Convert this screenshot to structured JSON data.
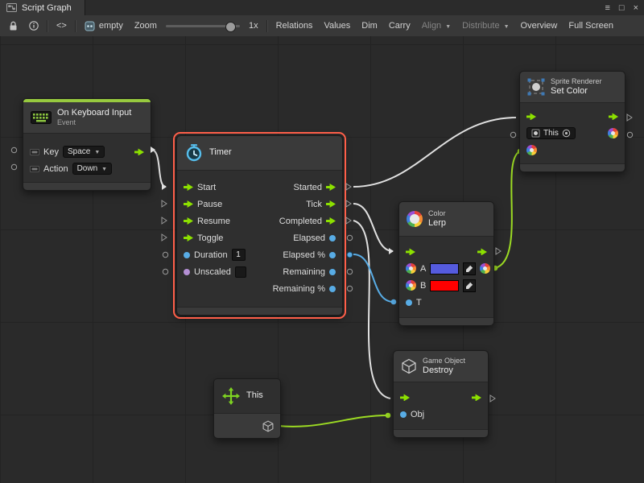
{
  "window": {
    "tab": "Script Graph",
    "menu_glyph": "≡",
    "maximize_glyph": "□",
    "close_glyph": "×"
  },
  "glyphs": {
    "caret_down": "▼"
  },
  "toolbar": {
    "code_glyph": "<>",
    "empty_label": "empty",
    "zoom_label": "Zoom",
    "zoom_value": "1x",
    "relations": "Relations",
    "values": "Values",
    "dim": "Dim",
    "carry": "Carry",
    "align": "Align",
    "distribute": "Distribute",
    "overview": "Overview",
    "fullscreen": "Full Screen"
  },
  "nodes": {
    "keyboard": {
      "title": "On Keyboard Input",
      "subtitle": "Event",
      "key_label": "Key",
      "key_value": "Space",
      "action_label": "Action",
      "action_value": "Down"
    },
    "timer": {
      "title": "Timer",
      "start": "Start",
      "pause": "Pause",
      "resume": "Resume",
      "toggle": "Toggle",
      "duration": "Duration",
      "duration_value": "1",
      "unscaled": "Unscaled",
      "started": "Started",
      "tick": "Tick",
      "completed": "Completed",
      "elapsed": "Elapsed",
      "elapsed_pct": "Elapsed %",
      "remaining": "Remaining",
      "remaining_pct": "Remaining %"
    },
    "set_color": {
      "group": "Sprite Renderer",
      "title": "Set Color",
      "this_label": "This"
    },
    "lerp": {
      "group": "Color",
      "title": "Lerp",
      "a_label": "A",
      "b_label": "B",
      "t_label": "T"
    },
    "self": {
      "title": "This"
    },
    "destroy": {
      "group": "Game Object",
      "title": "Destroy",
      "obj_label": "Obj"
    }
  },
  "colors": {
    "flow_green": "#8CE000",
    "wire_green": "#9CDB23",
    "wire_white": "#E0E0E0",
    "value_blue": "#58ACE5",
    "bool_purple": "#B48FD4",
    "selection_red": "#FF5F49",
    "accent_green": "#97C93F",
    "swatch_a": "#555BDE",
    "swatch_b": "#FF0000"
  }
}
